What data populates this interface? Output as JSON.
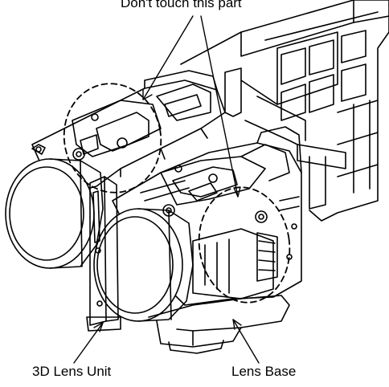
{
  "labels": {
    "caution": "Don't touch this part",
    "lens_unit": "3D Lens Unit",
    "lens_base": "Lens Base"
  },
  "colors": {
    "line": "#000000",
    "background": "#ffffff"
  }
}
